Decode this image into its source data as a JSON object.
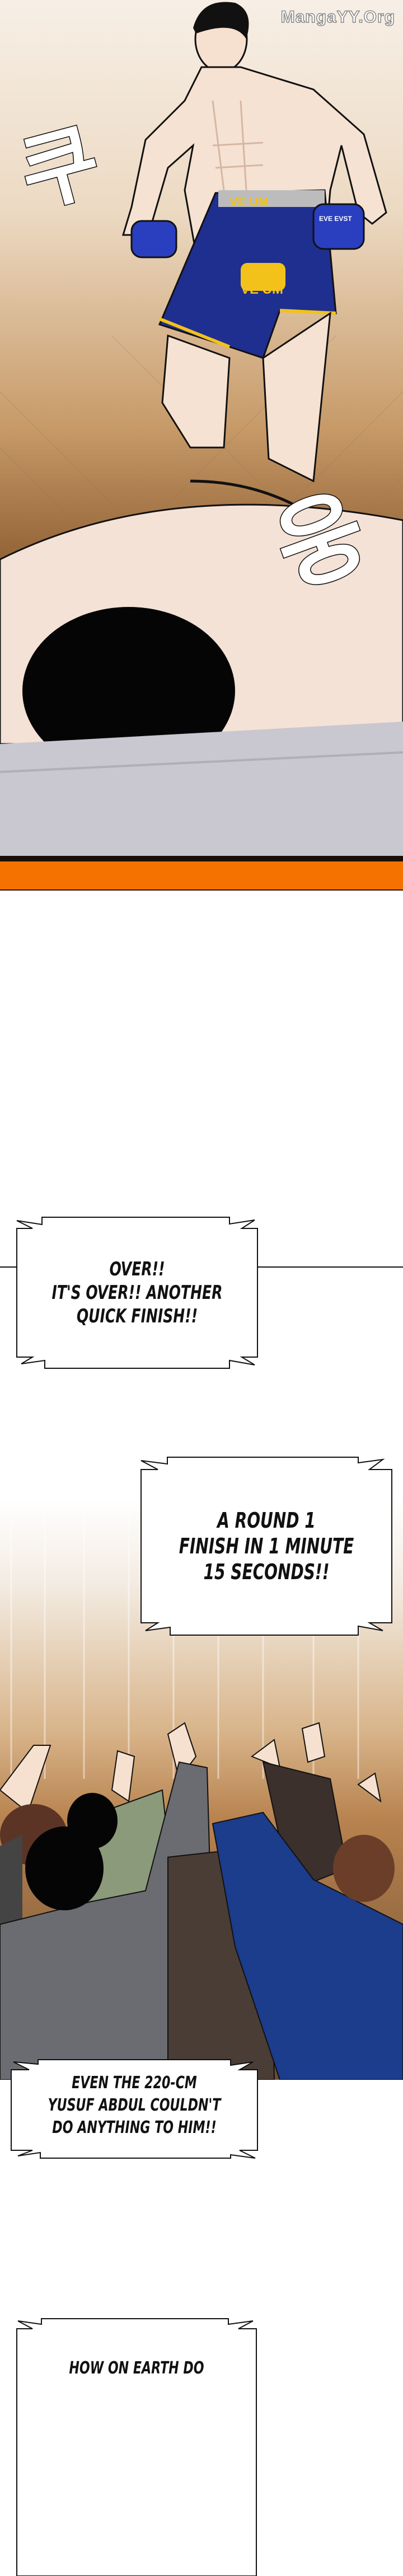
{
  "watermark": "MangaYY.Org",
  "panel1": {
    "sfx_left": "쿠",
    "sfx_right": "웅",
    "shorts_logo": "VE UM",
    "glove_logo": "EVE EVST"
  },
  "colors": {
    "orange_band": "#f57200",
    "shorts_blue": "#1f2f8f",
    "shorts_yellow": "#f2c21a"
  },
  "captions": [
    {
      "lines": [
        "OVER!!",
        "IT'S OVER!! ANOTHER",
        "QUICK FINISH!!"
      ]
    },
    {
      "lines": [
        "A ROUND 1",
        "FINISH IN 1 MINUTE",
        "15 SECONDS!!"
      ]
    },
    {
      "lines": [
        "EVEN THE 220-CM",
        "YUSUF ABDUL COULDN'T",
        "DO ANYTHING TO HIM!!"
      ]
    },
    {
      "lines": [
        "HOW ON EARTH DO"
      ]
    }
  ]
}
